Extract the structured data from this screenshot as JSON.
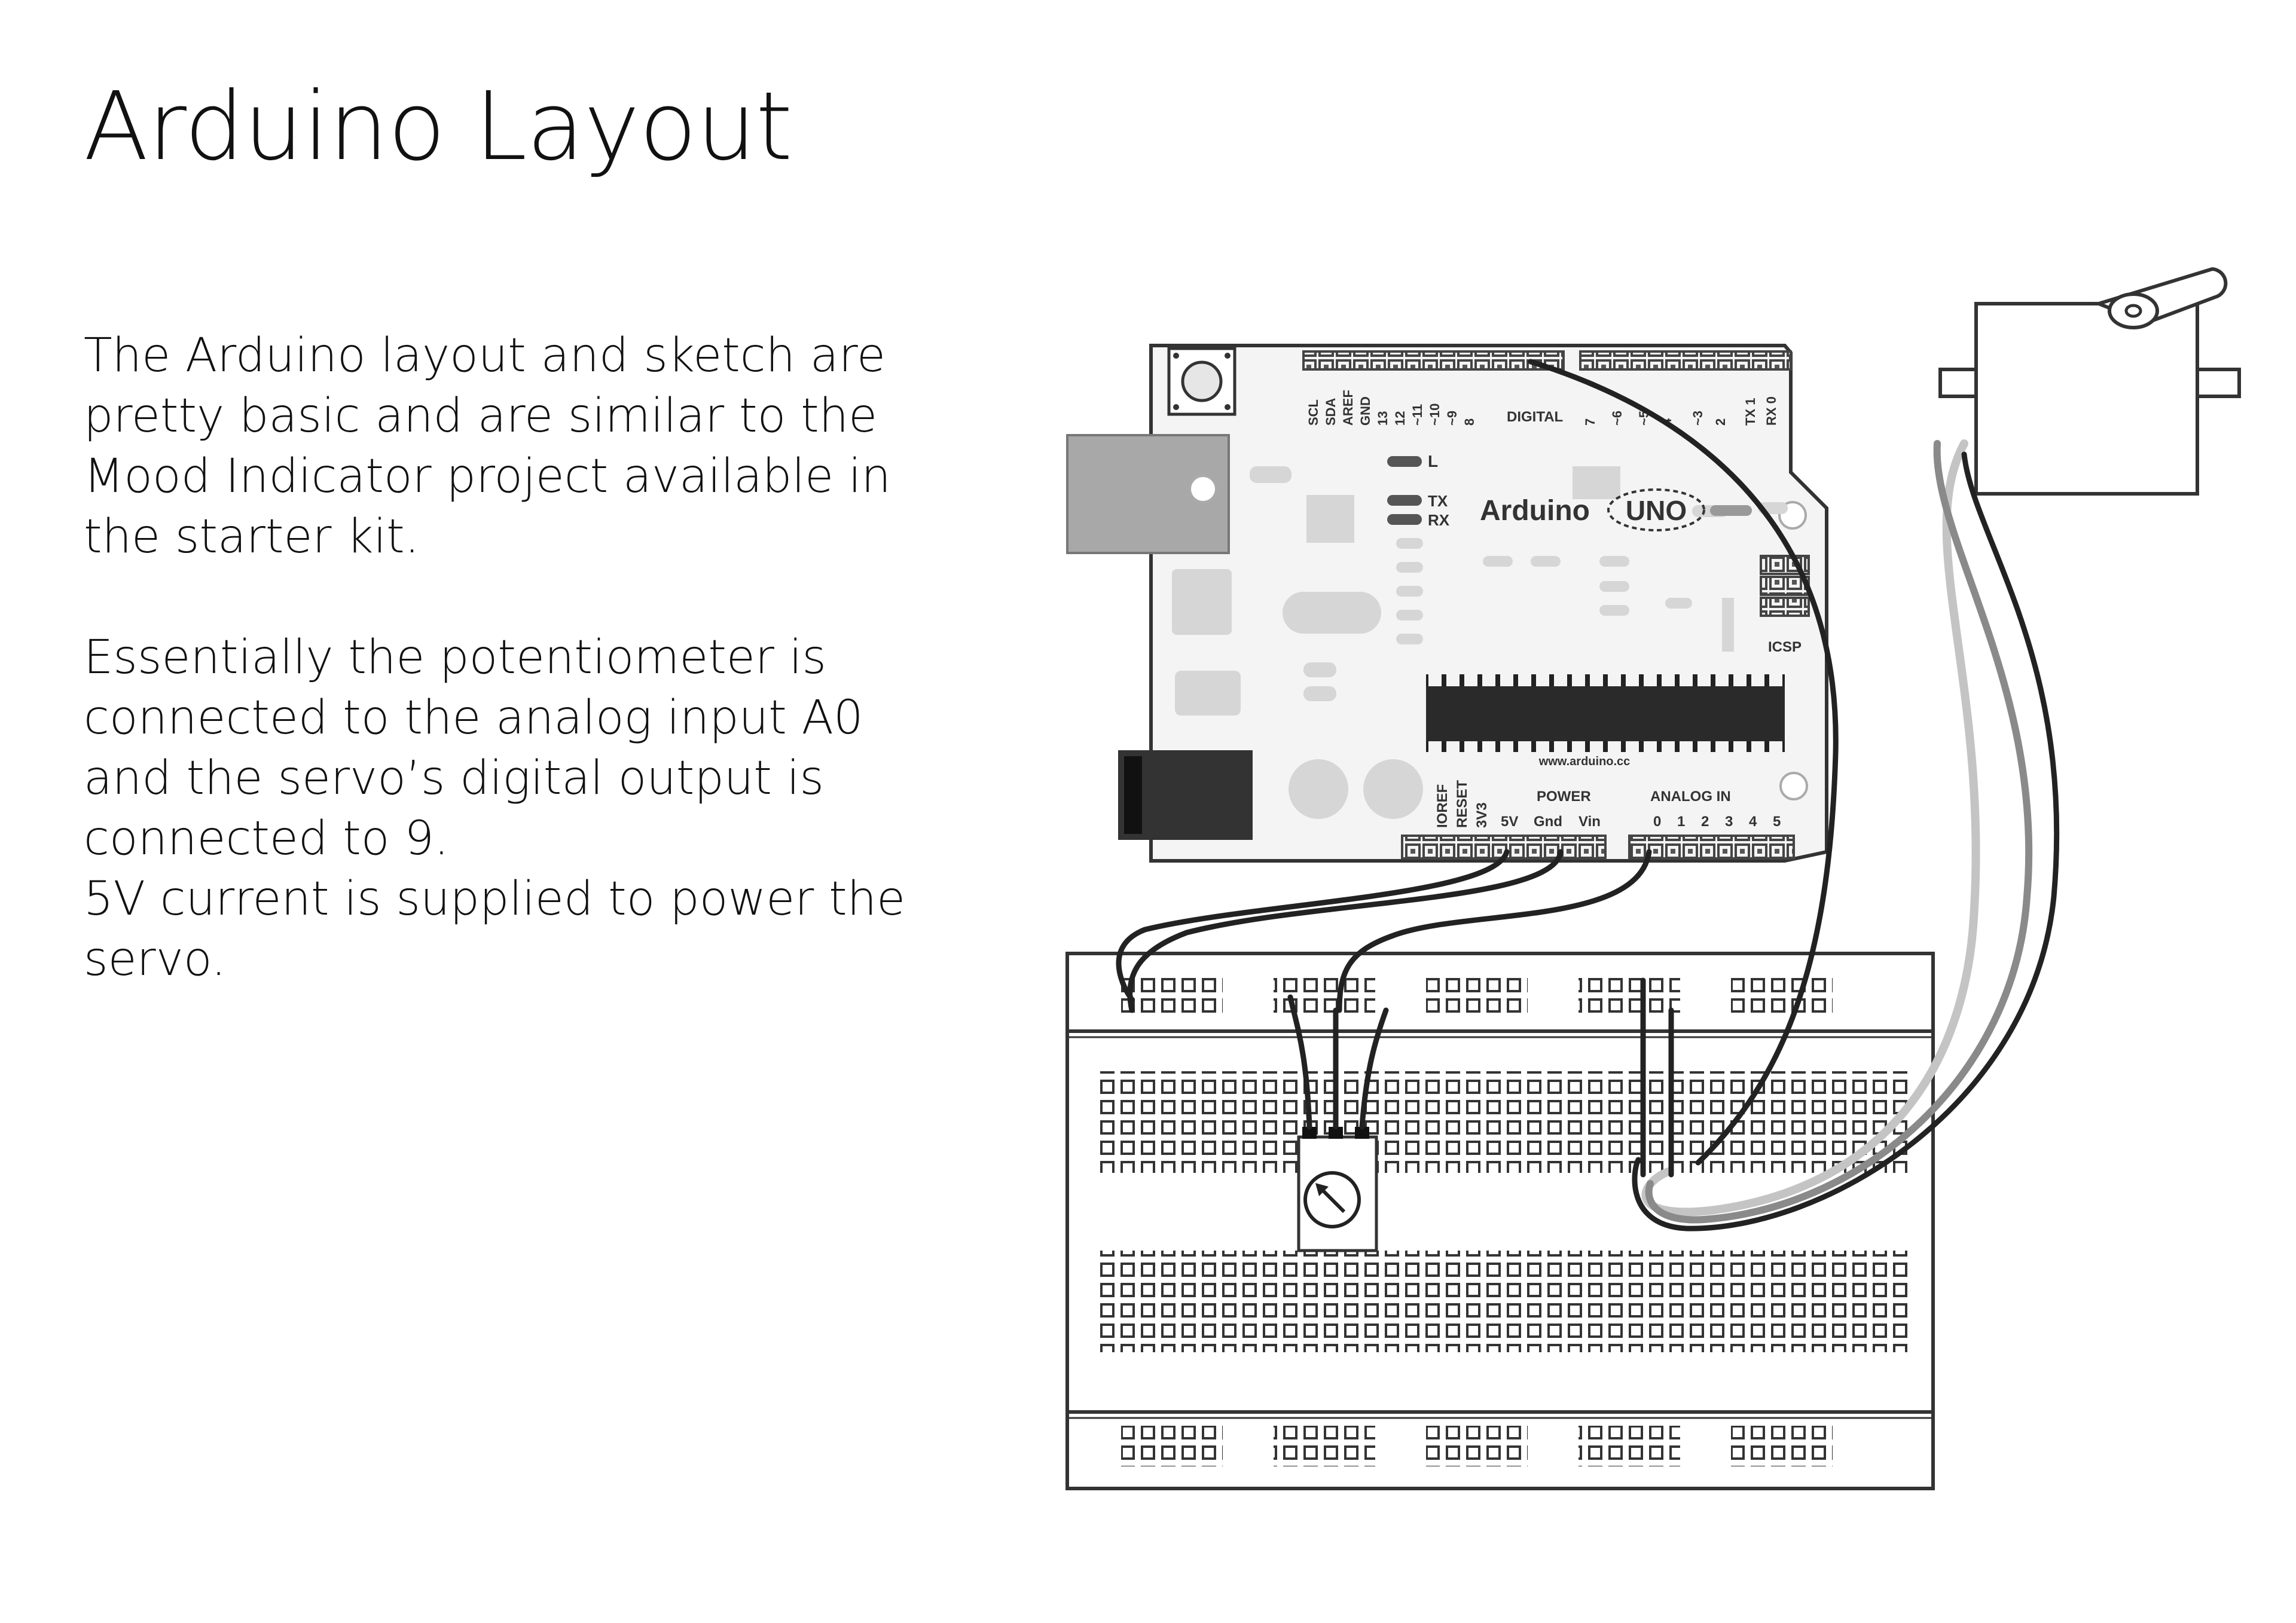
{
  "title": "Arduino Layout",
  "paragraphs": [
    "The Arduino layout and sketch are pretty basic and are similar to the Mood Indicator project available in the starter kit.",
    "Essentially the potentiometer is connected to the analog input A0 and the servo’s digital output is connected to 9.\n5V current is supplied to power the servo."
  ],
  "board": {
    "brand": "Arduino",
    "model": "UNO",
    "website": "www.arduino.cc",
    "labels": {
      "digital": "DIGITAL",
      "power": "POWER",
      "analog_in": "ANALOG IN",
      "icsp": "ICSP",
      "led_l": "L",
      "led_tx": "TX",
      "led_rx": "RX",
      "header_left": [
        "SCL",
        "SDA",
        "AREF",
        "GND",
        "13",
        "12",
        "~11",
        "~10",
        "~9",
        "8"
      ],
      "header_right": [
        "7",
        "~6",
        "~5",
        "4",
        "~3",
        "2",
        "TX 1",
        "RX 0"
      ],
      "power_pins": [
        "IOREF",
        "RESET",
        "3V3",
        "5V",
        "Gnd",
        "Vin"
      ],
      "analog_pins": [
        "0",
        "1",
        "2",
        "3",
        "4",
        "5"
      ]
    }
  },
  "colors": {
    "wire_dark": "#222222",
    "wire_gray": "#8a8a8a",
    "wire_light": "#c4c4c4",
    "board_fill": "#f4f4f4"
  },
  "icons": [
    "usb-port-icon",
    "power-jack-icon",
    "reset-button-icon",
    "servo-icon",
    "potentiometer-icon",
    "breadboard-icon"
  ]
}
